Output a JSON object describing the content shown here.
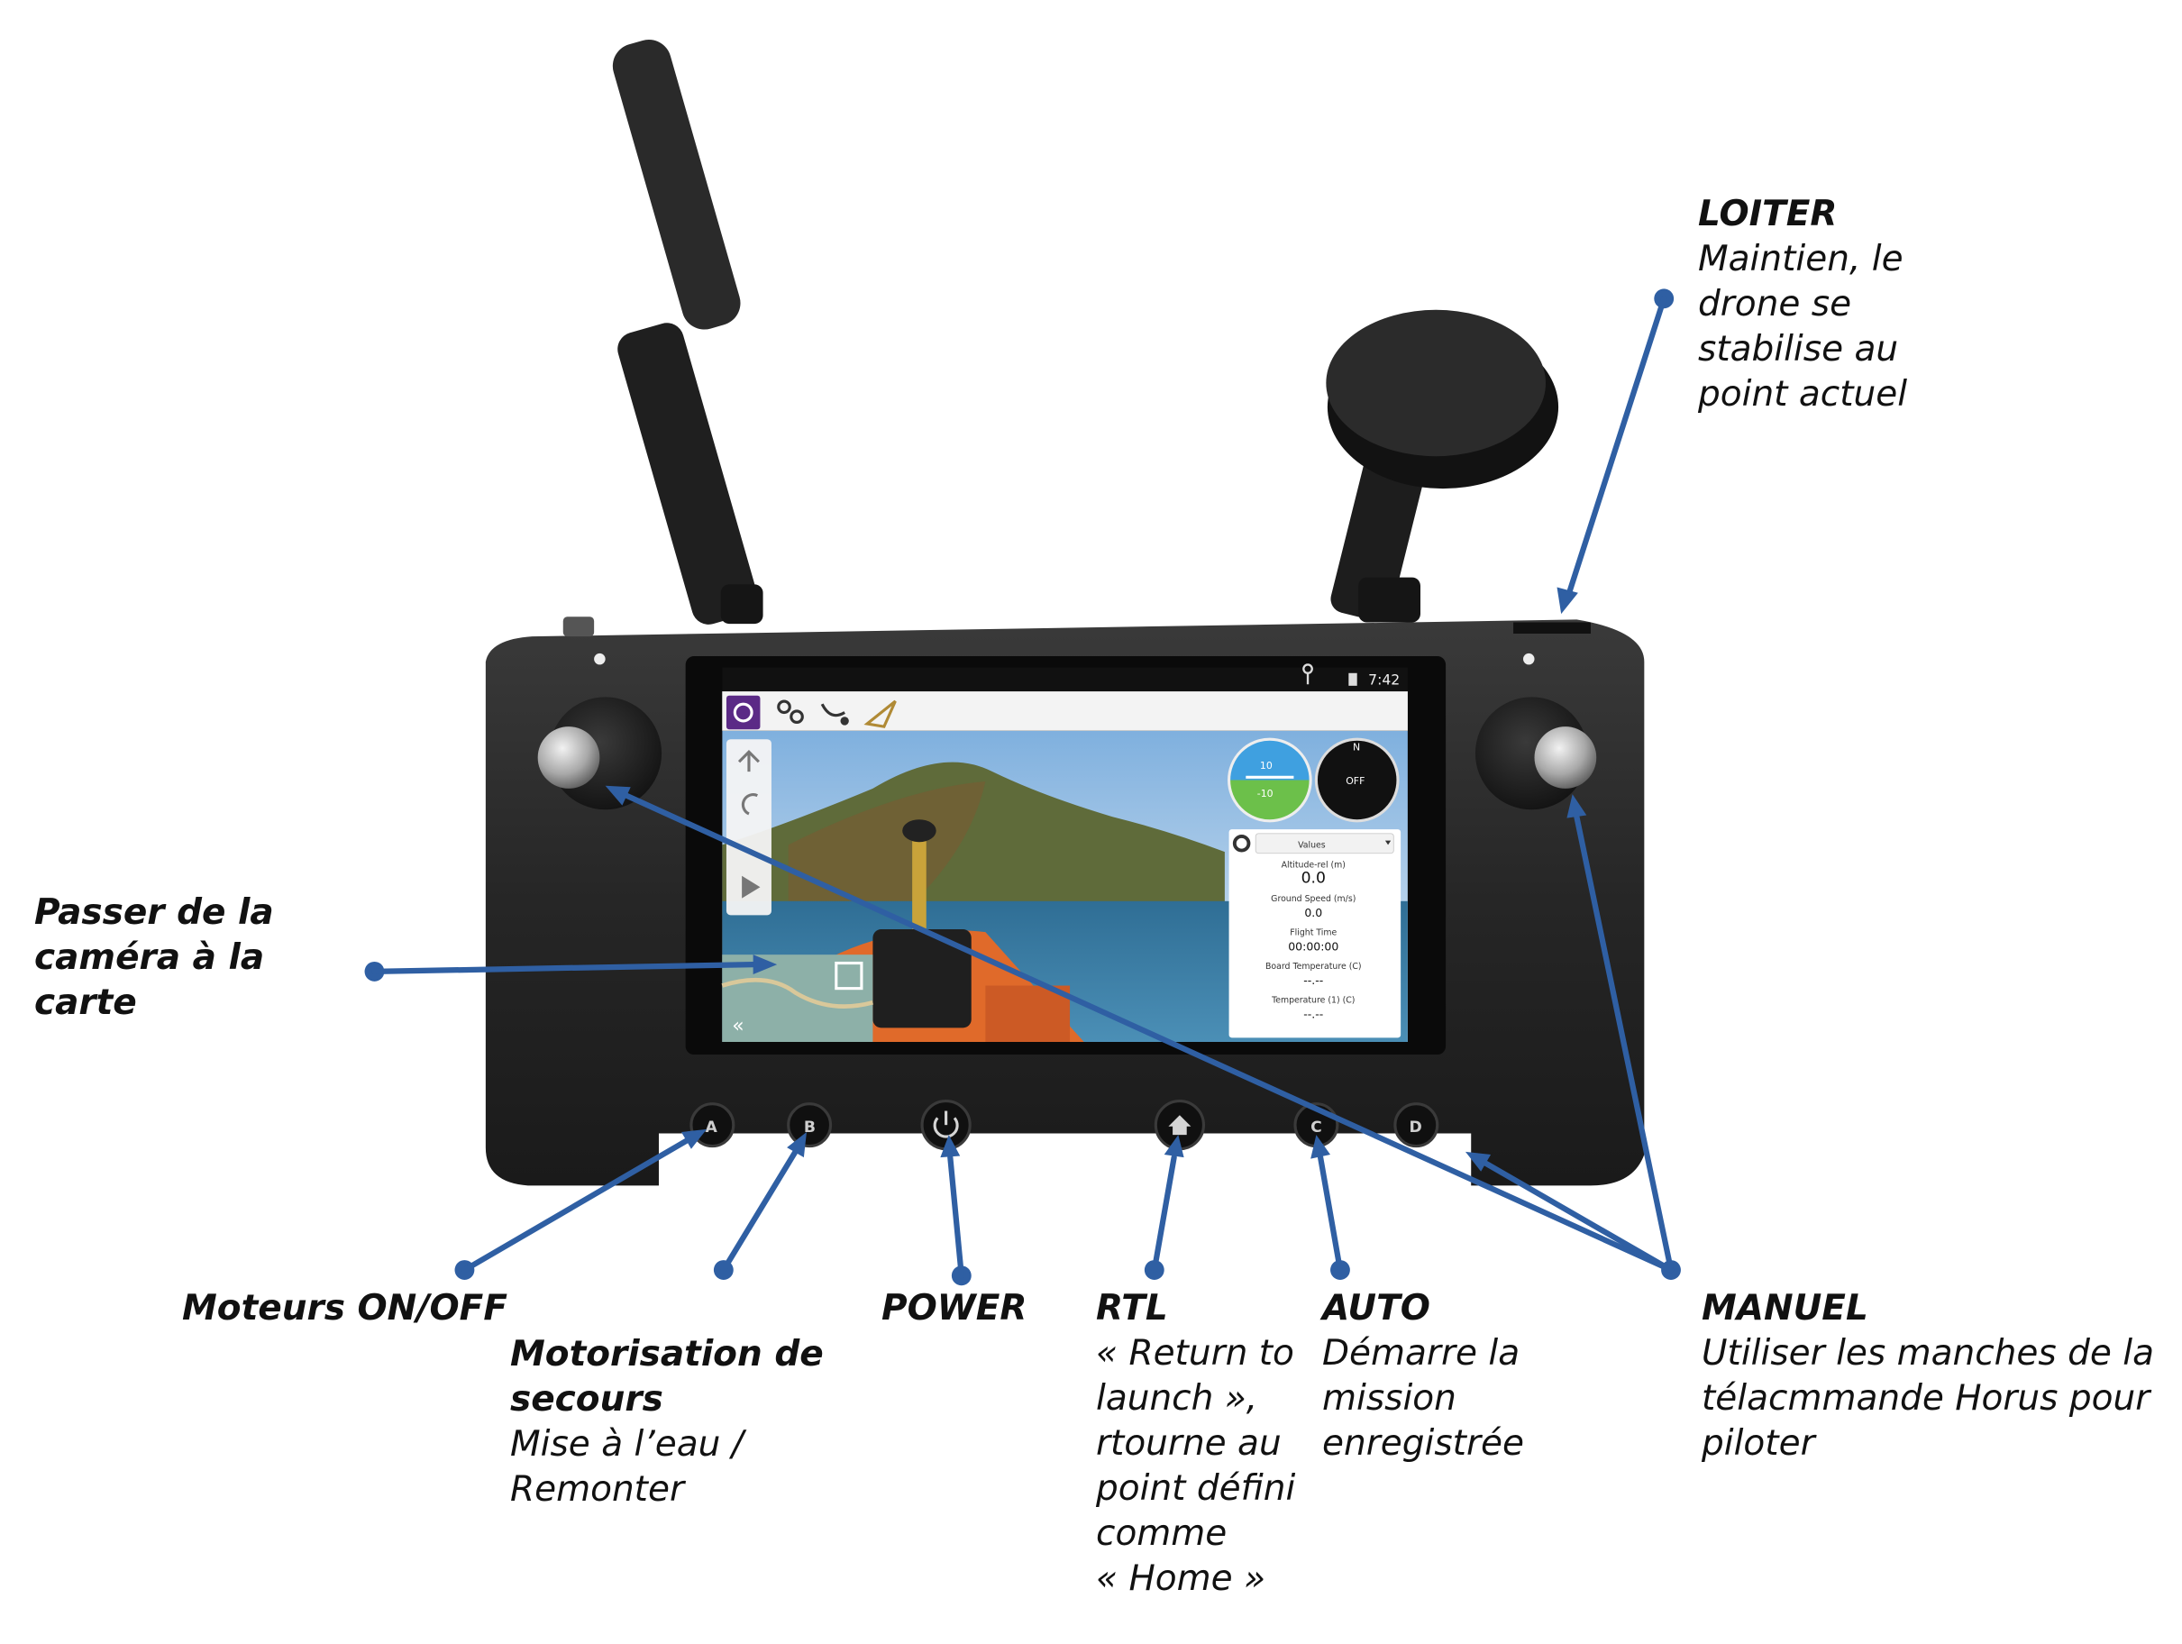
{
  "colors": {
    "annotation": "#2f5fa3",
    "body": "#262626",
    "screen_bezel": "#0a0a0a",
    "water": "#3f7ea6",
    "sky": "#bcd6ee"
  },
  "status_bar": {
    "time": "7:42"
  },
  "toolbar_icons": [
    "app-logo-icon",
    "settings-gears-icon",
    "plan-route-icon",
    "fly-paper-plane-icon"
  ],
  "side_toolbar_icons": [
    "takeoff-arrow-icon",
    "rotate-icon",
    "play-icon"
  ],
  "attitude": {
    "pitch_top": "10",
    "pitch_bottom": "-10"
  },
  "compass": {
    "north": "N",
    "center": "OFF"
  },
  "values_panel": {
    "header": "Values",
    "items": [
      {
        "label": "Altitude-rel (m)",
        "value": "0.0"
      },
      {
        "label": "Ground Speed (m/s)",
        "value": "0.0"
      },
      {
        "label": "Flight Time",
        "value": "00:00:00"
      },
      {
        "label": "Board Temperature (C)",
        "value": "--.--"
      },
      {
        "label": "Temperature (1) (C)",
        "value": "--.--"
      }
    ]
  },
  "buttons": [
    "A",
    "B",
    "",
    "",
    "C",
    "D"
  ],
  "labels": {
    "loiter": {
      "title": "LOITER",
      "lines": [
        "Maintien, le",
        "drone se",
        "stabilise au",
        "point actuel"
      ]
    },
    "camera": {
      "title_lines": [
        "Passer de la",
        "caméra à la",
        "carte"
      ]
    },
    "motors": {
      "title": "Moteurs ON/OFF"
    },
    "backup": {
      "title_lines": [
        "Motorisation de",
        "secours"
      ],
      "lines": [
        "Mise à l’eau /",
        "Remonter"
      ]
    },
    "power": {
      "title": "POWER"
    },
    "rtl": {
      "title": "RTL",
      "lines": [
        "« Return to",
        "launch »,",
        "rtourne au",
        "point défini",
        "comme",
        "« Home »"
      ]
    },
    "auto": {
      "title": "AUTO",
      "lines": [
        "Démarre la",
        "mission",
        "enregistrée"
      ]
    },
    "manuel": {
      "title": "MANUEL",
      "lines": [
        "Utiliser les manches de la",
        "télacmmande Horus pour",
        "piloter"
      ]
    }
  }
}
